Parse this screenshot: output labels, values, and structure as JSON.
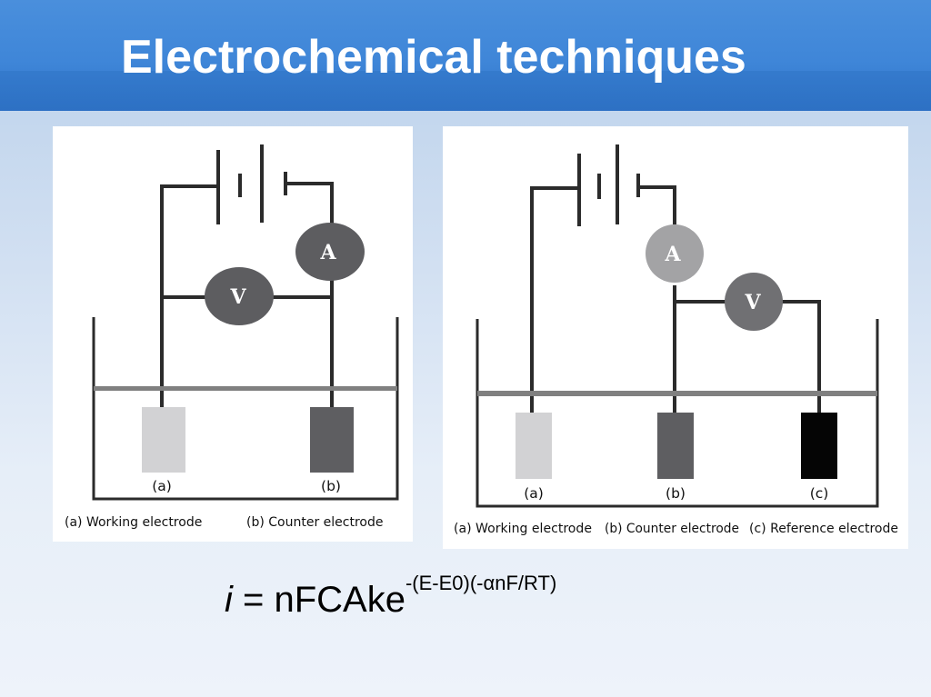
{
  "title": "Electrochemical techniques",
  "two_electrode": {
    "voltmeter_symbol": "V",
    "ammeter_symbol": "A",
    "electrode_a_marker": "(a)",
    "electrode_b_marker": "(b)",
    "caption_a": "(a) Working electrode",
    "caption_b": "(b) Counter electrode",
    "colors": {
      "working": "#d2d2d4",
      "counter": "#5e5e61",
      "meter": "#5d5d60",
      "electrolyte_line": "#808080"
    }
  },
  "three_electrode": {
    "ammeter_symbol": "A",
    "voltmeter_symbol": "V",
    "electrode_a_marker": "(a)",
    "electrode_b_marker": "(b)",
    "electrode_c_marker": "(c)",
    "caption_a": "(a) Working electrode",
    "caption_b": "(b) Counter electrode",
    "caption_c": "(c) Reference electrode",
    "colors": {
      "working": "#d2d2d4",
      "counter": "#5e5e61",
      "reference": "#050505",
      "ammeter": "#a3a3a5",
      "voltmeter": "#707073",
      "electrolyte_line": "#808080"
    }
  },
  "equation": {
    "current_symbol": "i",
    "body": " = nFCAke",
    "exponent": "-(E-E0)(-αnF/RT)"
  }
}
